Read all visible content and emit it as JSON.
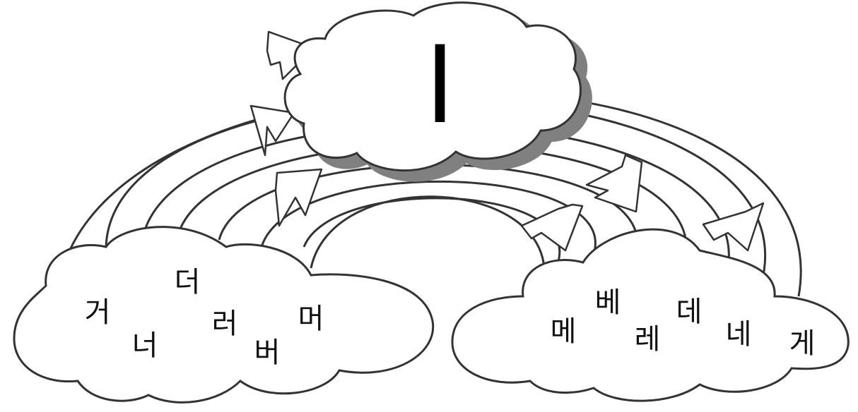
{
  "center_vowel": "ㅣ",
  "left_cloud": {
    "syllables": [
      "거",
      "너",
      "더",
      "러",
      "버",
      "머"
    ]
  },
  "right_cloud": {
    "syllables": [
      "메",
      "베",
      "레",
      "데",
      "네",
      "게"
    ]
  },
  "colors": {
    "stroke": "#333333",
    "cloud_fill": "#ffffff",
    "cloud_shadow": "#808080",
    "text": "#111111"
  }
}
